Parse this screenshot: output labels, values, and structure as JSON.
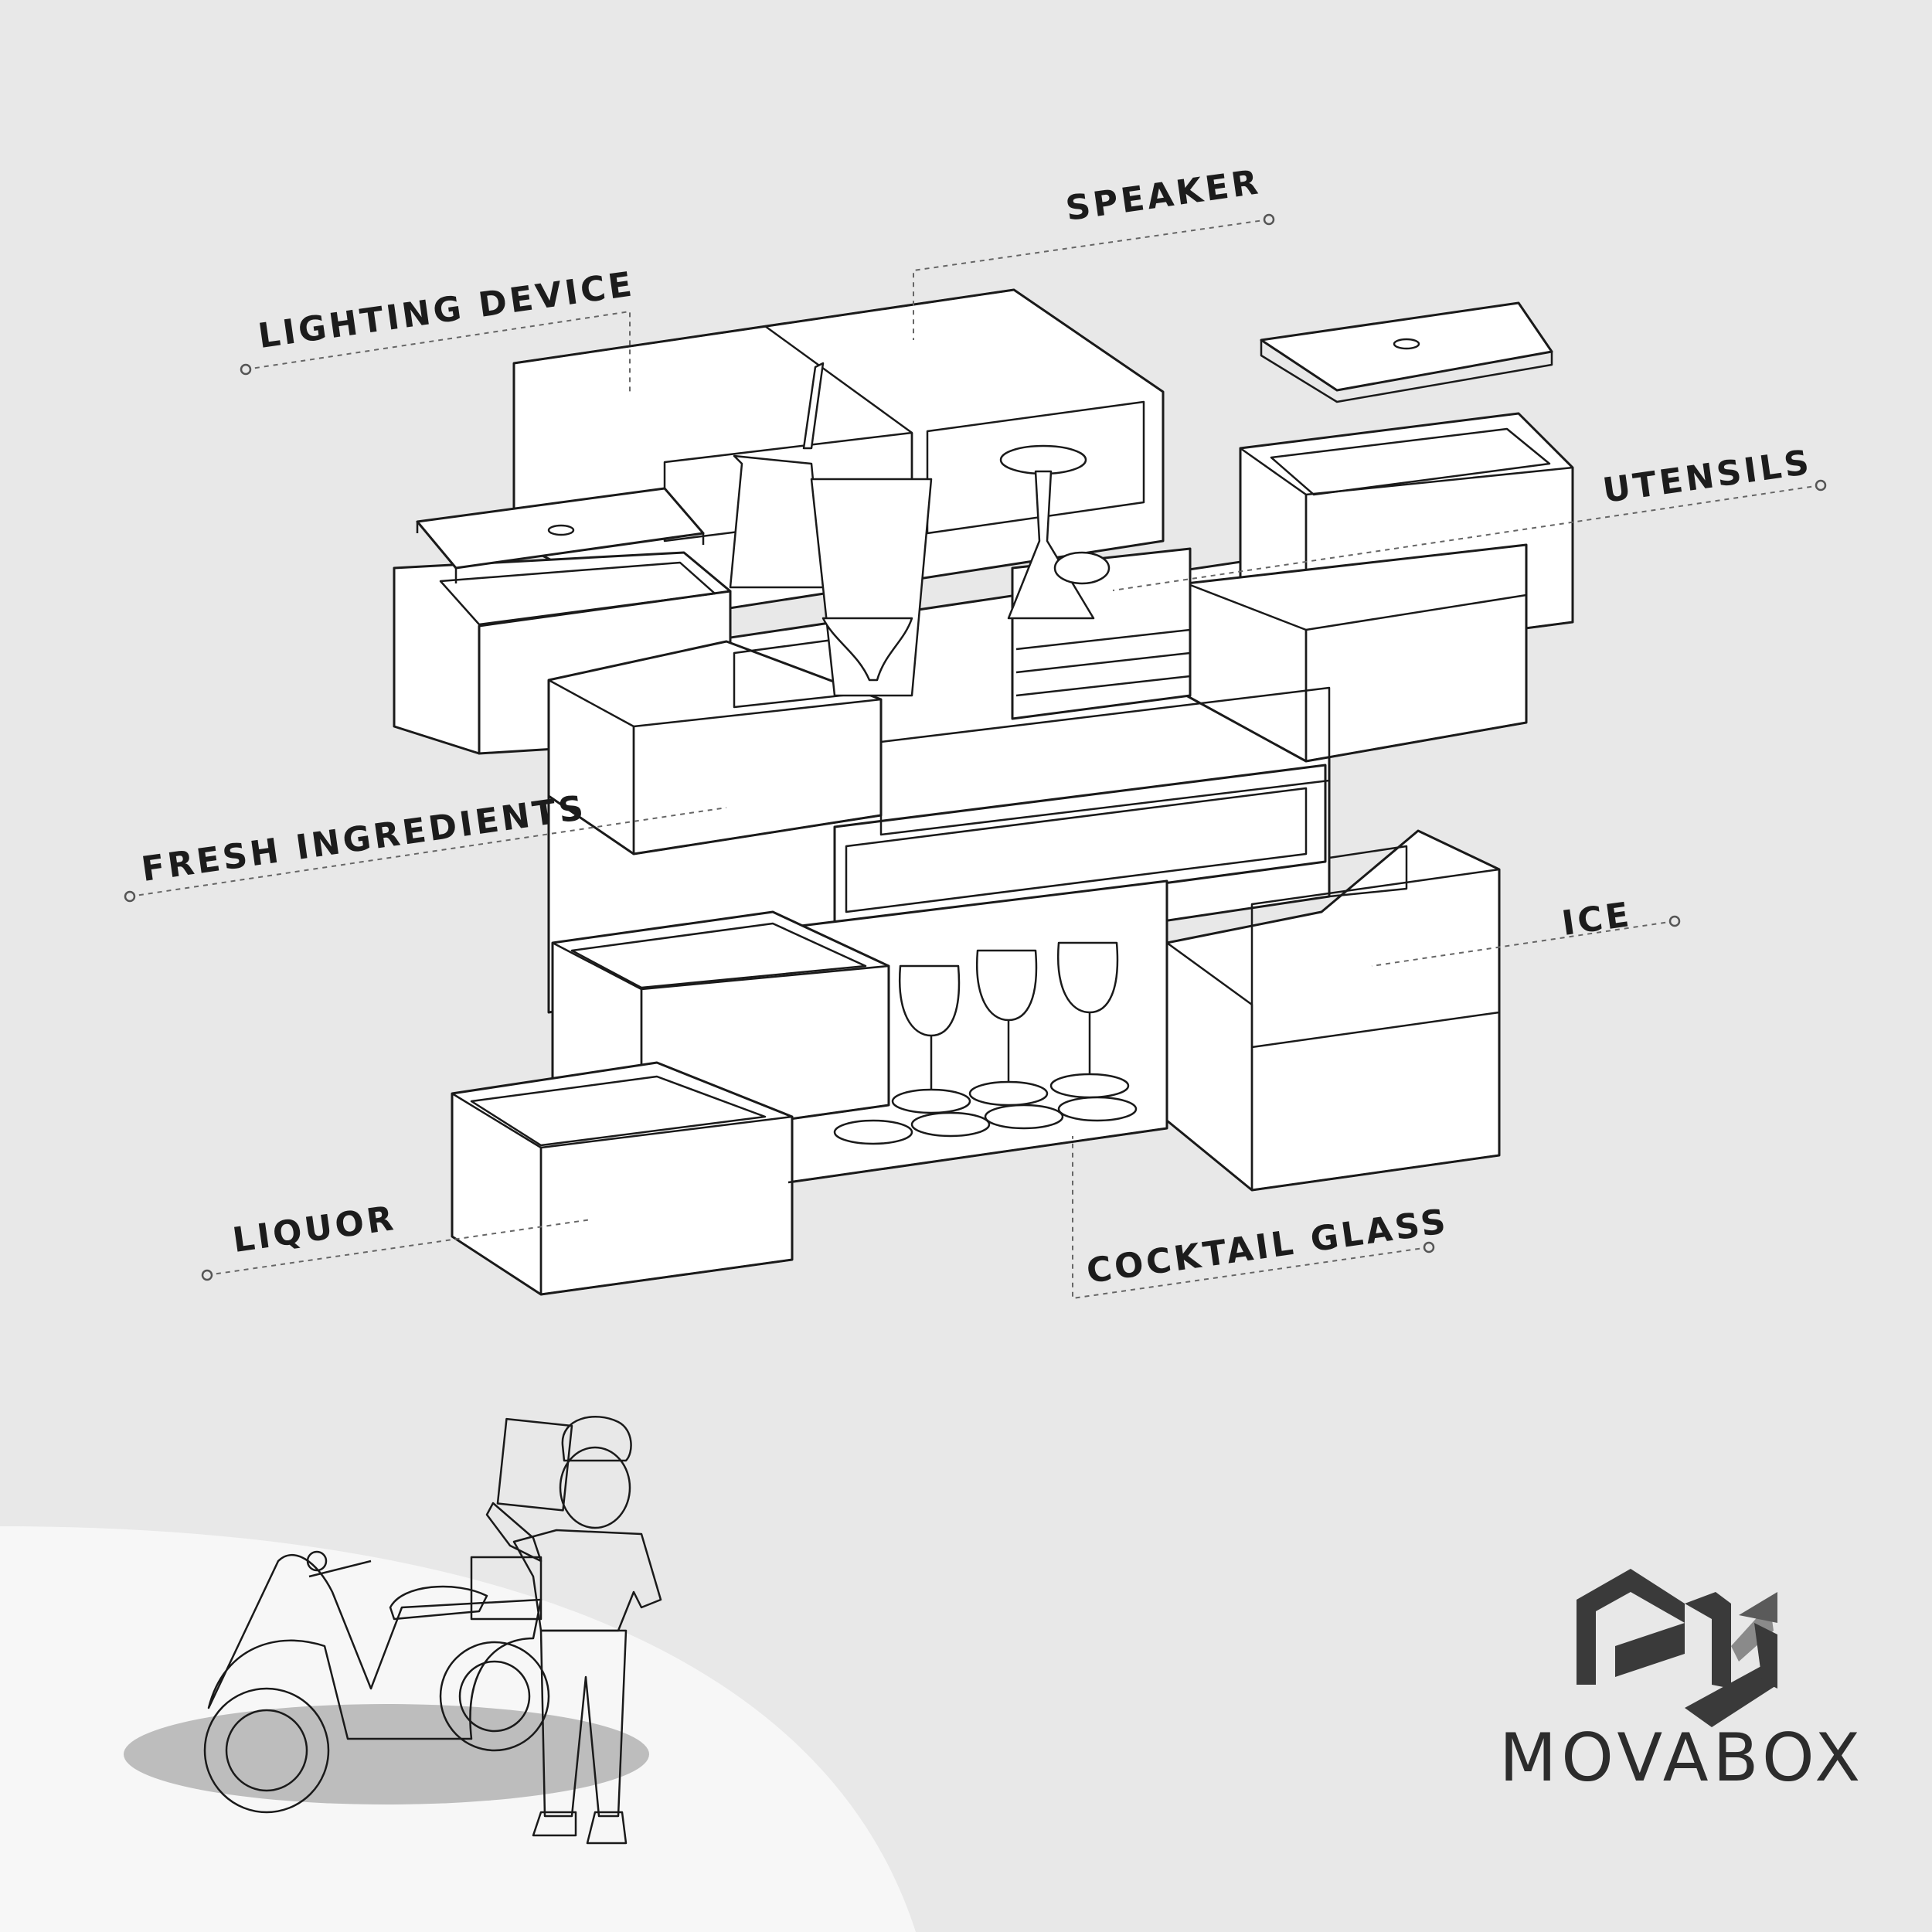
{
  "labels": {
    "speaker": "SPEAKER",
    "lighting_device": "LIGHTING DEVICE",
    "utensils": "UTENSILS",
    "fresh_ingredients": "FRESH INGREDIENTS",
    "ice": "ICE",
    "liquor": "LIQUOR",
    "cocktail_glass": "COCKTAIL GLASS"
  },
  "brand": {
    "name": "MOVABOX",
    "logo_icon": "movabox-cube-logo-icon"
  },
  "colors": {
    "background": "#e8e8e8",
    "floor": "#f7f7f7",
    "shadow": "#bdbdbd",
    "line": "#1a1a1a",
    "logo": "#3a3a3a"
  }
}
